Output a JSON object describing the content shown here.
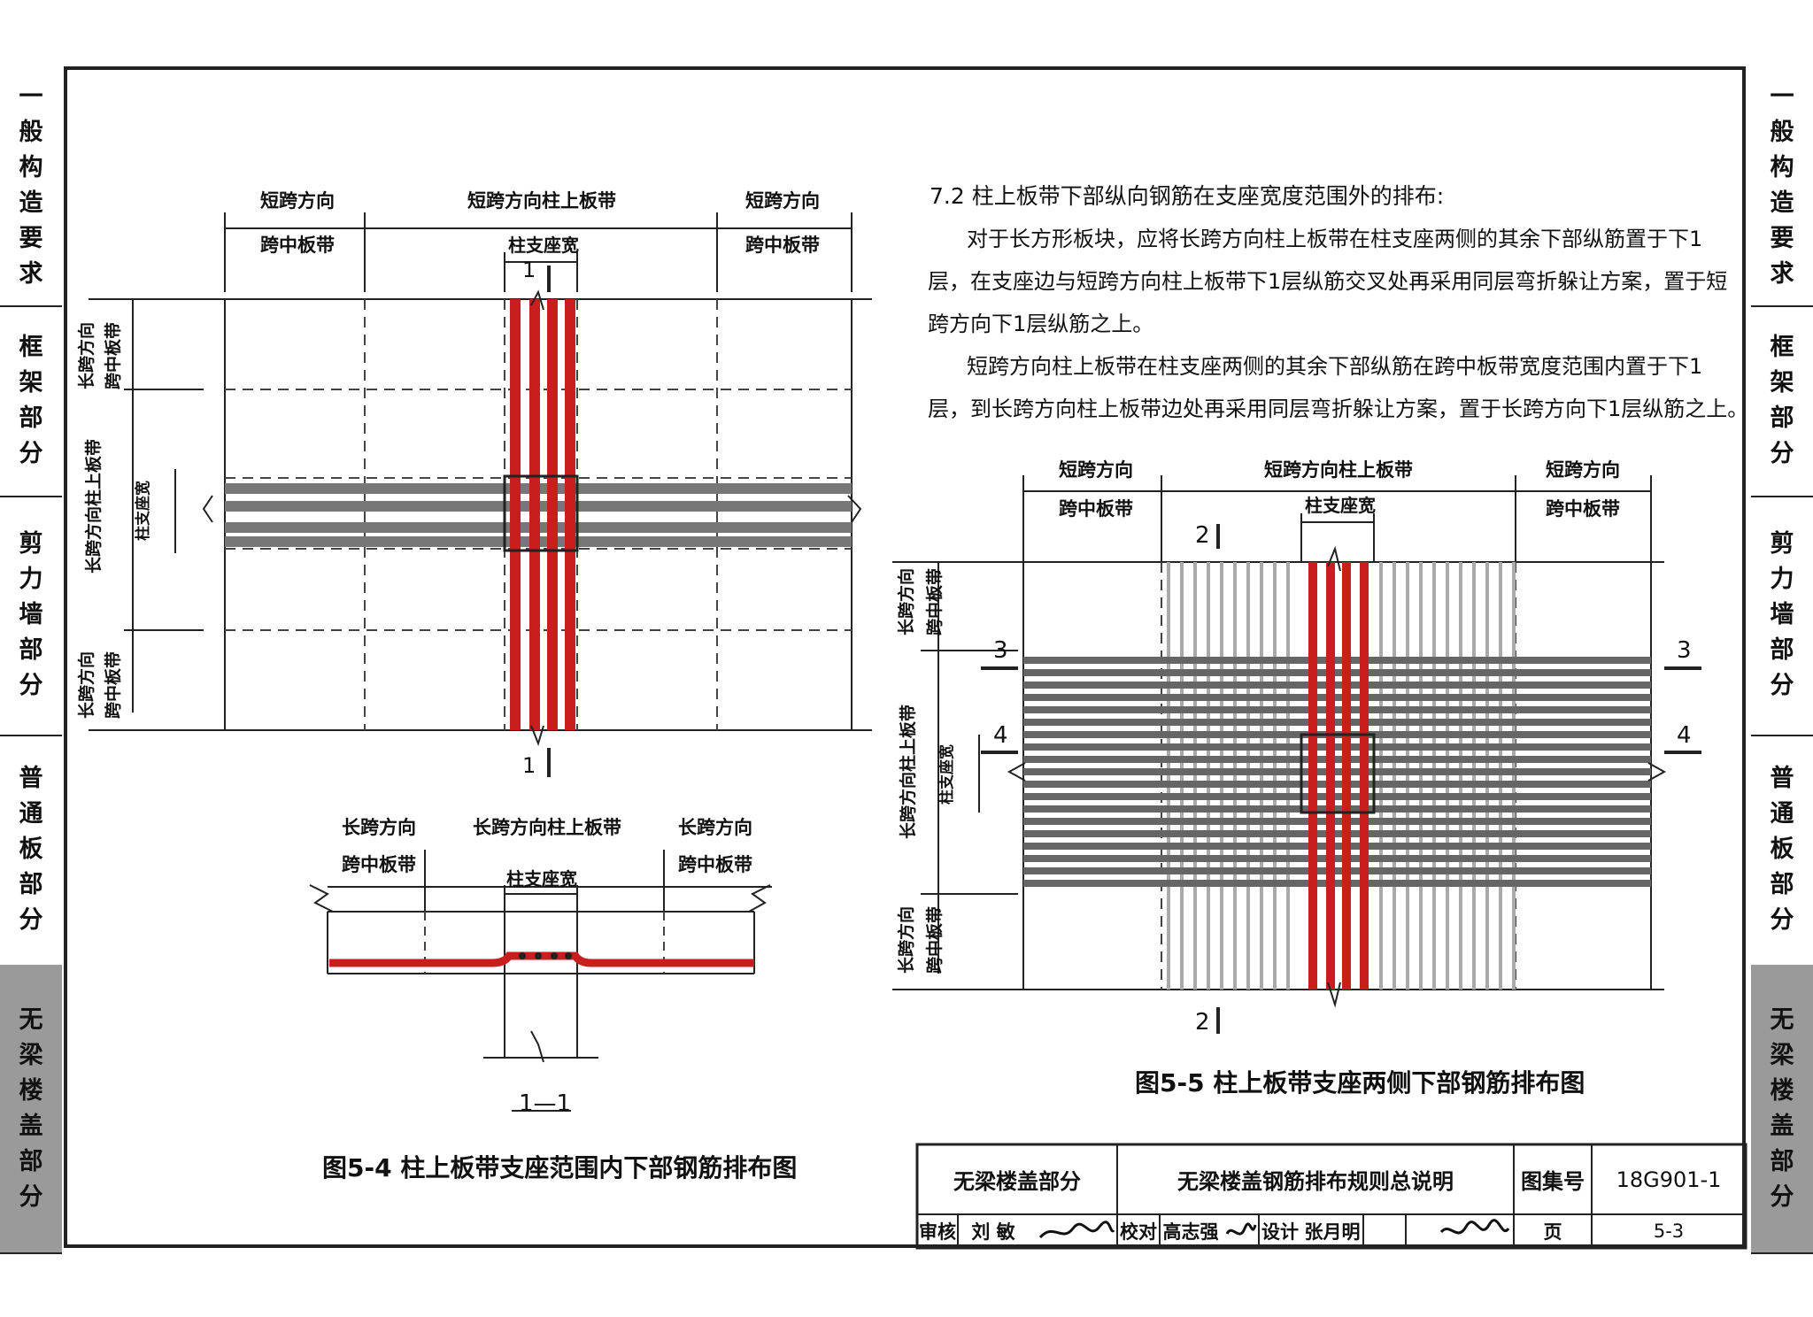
{
  "side_tabs": [
    {
      "label": "一般构造要求",
      "chars": [
        "一",
        "般",
        "构",
        "造",
        "要",
        "求"
      ],
      "active": false
    },
    {
      "label": "框架部分",
      "chars": [
        "框",
        "架",
        "部",
        "分"
      ],
      "active": false
    },
    {
      "label": "剪力墙部分",
      "chars": [
        "剪",
        "力",
        "墙",
        "部",
        "分"
      ],
      "active": false
    },
    {
      "label": "普通板部分",
      "chars": [
        "普",
        "通",
        "板",
        "部",
        "分"
      ],
      "active": false
    },
    {
      "label": "无梁楼盖部分",
      "chars": [
        "无",
        "梁",
        "楼",
        "盖",
        "部",
        "分"
      ],
      "active": true
    }
  ],
  "section": {
    "title": "7.2  柱上板带下部纵向钢筋在支座宽度范围外的排布:",
    "para1_lines": [
      "对于长方形板块，应将长跨方向柱上板带在柱支座两侧的其余下部纵筋置于下1",
      "层，在支座边与短跨方向柱上板带下1层纵筋交叉处再采用同层弯折躲让方案，置于短",
      "跨方向下1层纵筋之上。"
    ],
    "para2_lines": [
      "短跨方向柱上板带在柱支座两侧的其余下部纵筋在跨中板带宽度范围内置于下1",
      "层，到长跨方向柱上板带边处再采用同层弯折躲让方案，置于长跨方向下1层纵筋之上。"
    ]
  },
  "fig54": {
    "top_labels": {
      "left_a": "短跨方向",
      "left_b": "跨中板带",
      "mid": "短跨方向柱上板带",
      "right_a": "短跨方向",
      "right_b": "跨中板带",
      "support": "柱支座宽"
    },
    "left_labels": {
      "top_a": "长跨方向",
      "top_b": "跨中板带",
      "mid": "长跨方向柱上板带",
      "support": "柱支座宽",
      "bot_a": "长跨方向",
      "bot_b": "跨中板带"
    },
    "section_mark_top": "1",
    "section_mark_bottom": "1",
    "caption": "图5-4  柱上板带支座范围内下部钢筋排布图"
  },
  "fig_section": {
    "labels": {
      "left_a": "长跨方向",
      "left_b": "跨中板带",
      "mid": "长跨方向柱上板带",
      "right_a": "长跨方向",
      "right_b": "跨中板带",
      "support": "柱支座宽"
    },
    "section_title": "1—1"
  },
  "fig55": {
    "top_labels": {
      "left_a": "短跨方向",
      "left_b": "跨中板带",
      "mid": "短跨方向柱上板带",
      "right_a": "短跨方向",
      "right_b": "跨中板带",
      "support": "柱支座宽"
    },
    "left_labels": {
      "top_a": "长跨方向",
      "top_b": "跨中板带",
      "mid": "长跨方向柱上板带",
      "support": "柱支座宽",
      "bot_a": "长跨方向",
      "bot_b": "跨中板带"
    },
    "marks": {
      "top": "2",
      "bottom": "2",
      "left3": "3",
      "right3": "3",
      "left4": "4",
      "right4": "4"
    },
    "caption": "图5-5  柱上板带支座两侧下部钢筋排布图"
  },
  "title_block": {
    "part": "无梁楼盖部分",
    "title": "无梁楼盖钢筋排布规则总说明",
    "atlas_label": "图集号",
    "atlas_no": "18G901-1",
    "review_label": "审核",
    "reviewer": "刘  敏",
    "check_label": "校对",
    "checker": "高志强",
    "design_label": "设计",
    "designer": "张月明",
    "page_label": "页",
    "page_no": "5-3"
  },
  "colors": {
    "rebar_red": "#c81e1e",
    "rebar_gray": "#777777",
    "line": "#222222",
    "active_tab": "#9a9a9a"
  }
}
